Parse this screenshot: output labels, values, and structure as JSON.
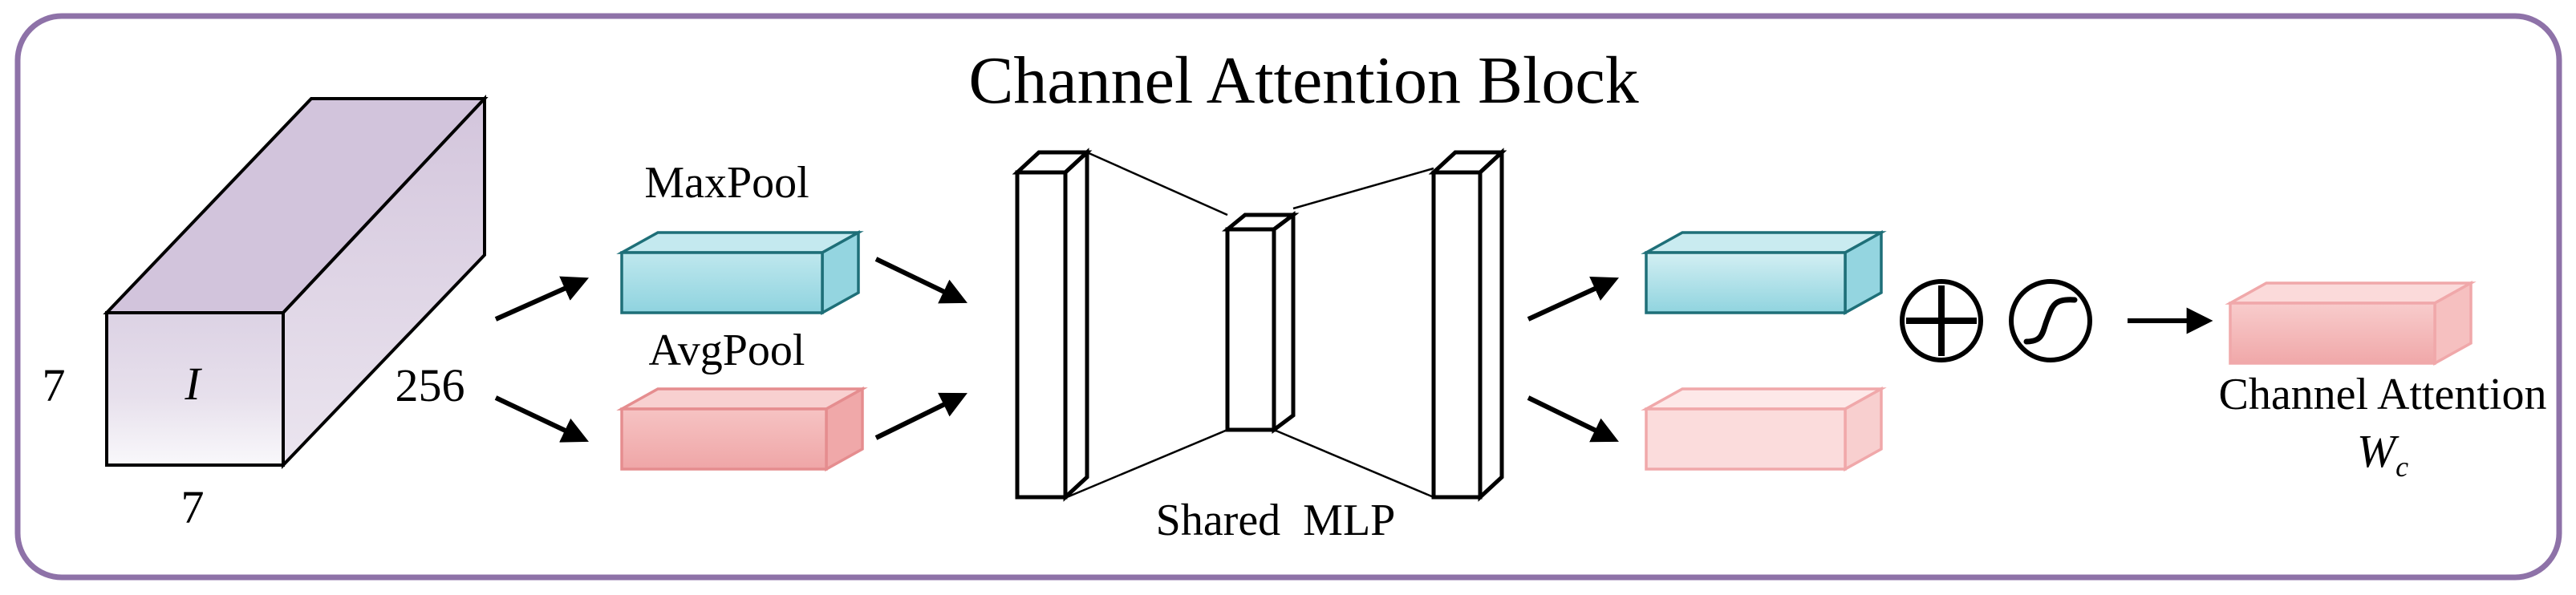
{
  "diagram": {
    "title": "Channel Attention Block",
    "input": {
      "symbol": "I",
      "height_label": "7",
      "width_label": "7",
      "depth_label": "256"
    },
    "pool": {
      "max_label": "MaxPool",
      "avg_label": "AvgPool"
    },
    "mlp": {
      "label": "Shared  MLP"
    },
    "output": {
      "label": "Channel Attention",
      "symbol_base": "W",
      "symbol_sub": "c"
    },
    "colors": {
      "frame": "#8e72a8",
      "cube_front_top": "#dcd2e4",
      "cube_front_bottom": "#f7f5f9",
      "cube_side": "#d6c9de",
      "cube_top": "#d2c4dc",
      "max_front": "#a7dde6",
      "max_top": "#bfe7ee",
      "max_side": "#8fd2de",
      "max_stroke": "#1e6f78",
      "avg_front": "#f3b3b4",
      "avg_top": "#f8cfcf",
      "avg_side": "#efa5a6",
      "avg_stroke": "#e58d8f",
      "avg_light_front": "#fbdcdc",
      "avg_light_top": "#fde8e8",
      "avg_light_side": "#f8cfcf"
    },
    "icons": {
      "sum": "circled-plus-icon",
      "sigmoid": "sigmoid-icon"
    }
  }
}
